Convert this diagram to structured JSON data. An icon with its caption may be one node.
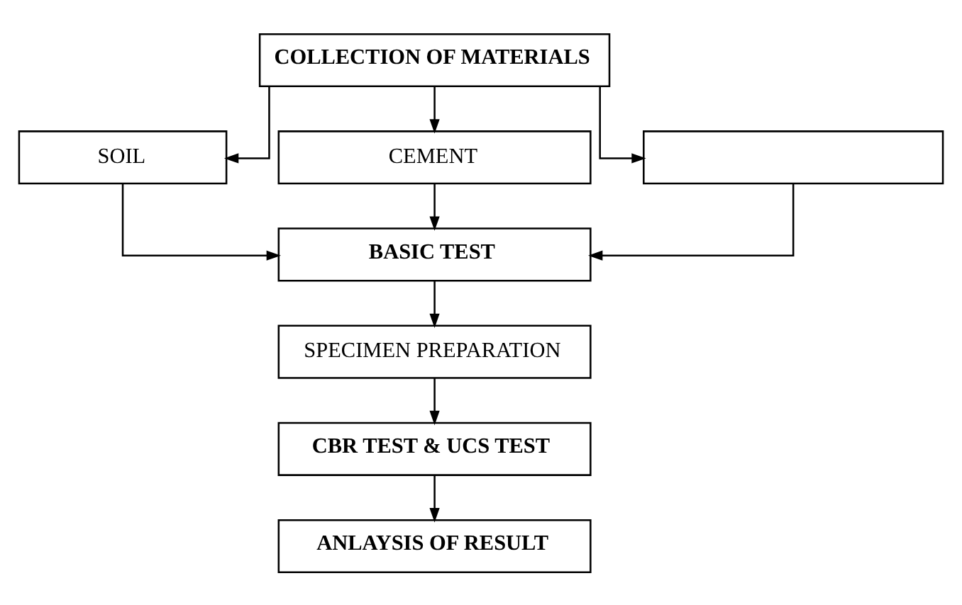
{
  "diagram": {
    "nodes": [
      {
        "text": [
          "COLLECTION OF MATERIALS"
        ]
      },
      {
        "text": [
          "SOIL"
        ]
      },
      {
        "text": [
          "CEMENT"
        ]
      },
      {
        "text": [],
        "shape": "box"
      },
      {
        "text": [
          "BASIC TEST"
        ]
      },
      {
        "text": [
          "SPECIMEN PREPARATION"
        ]
      },
      {
        "text": [
          "CBR TEST & UCS TEST"
        ]
      },
      {
        "text": [
          "ANLAYSIS OF RESULT"
        ]
      }
    ],
    "edges": [
      {
        "from": 0,
        "to": 1,
        "arrow": "to"
      },
      {
        "from": 0,
        "to": 2,
        "arrow": "to"
      },
      {
        "from": 0,
        "to": 3,
        "arrow": "to"
      },
      {
        "from": 1,
        "to": 4,
        "arrow": "to"
      },
      {
        "from": 2,
        "to": 4,
        "arrow": "to"
      },
      {
        "from": 3,
        "to": 4,
        "arrow": "to"
      },
      {
        "from": 4,
        "to": 5,
        "arrow": "to"
      },
      {
        "from": 5,
        "to": 6,
        "arrow": "to"
      },
      {
        "from": 6,
        "to": 7,
        "arrow": "to"
      }
    ]
  }
}
